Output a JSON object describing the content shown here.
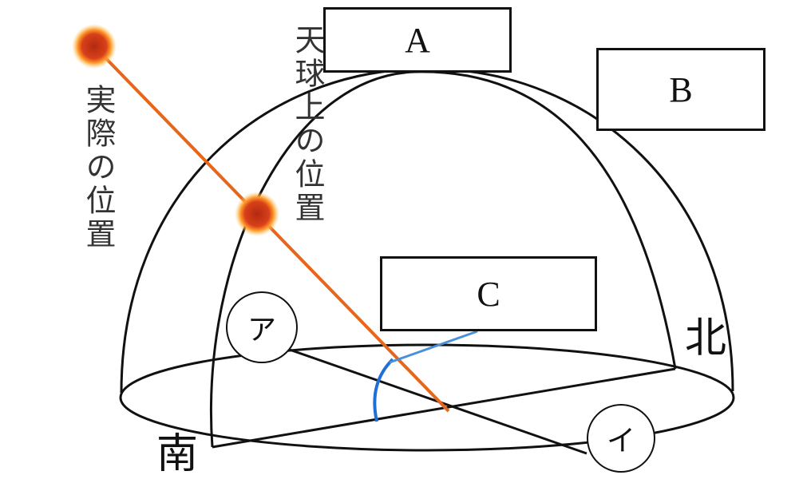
{
  "labels": {
    "box_a": "A",
    "box_b": "B",
    "box_c": "C",
    "actual_position": "実際の位置",
    "celestial_position": "天球上の位置",
    "point_a": "ア",
    "point_i": "イ",
    "south": "南",
    "north": "北"
  },
  "colors": {
    "sun_ray": "#e8661a",
    "angle_arc": "#1f6fd6",
    "altitude_line": "#4a90d9",
    "outline": "#111111"
  }
}
